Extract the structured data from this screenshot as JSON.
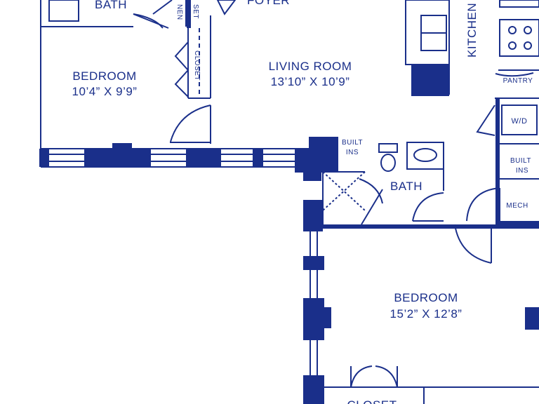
{
  "rooms": {
    "bath_top": "BATH",
    "linen": "NEN",
    "closet_top_a": "SET",
    "foyer": "FOYER",
    "kitchen": "KITCHEN",
    "bedroom1": {
      "name": "BEDROOM",
      "dims": "10’4” X 9’9”"
    },
    "closet_mid": "CLOSET",
    "living": {
      "name": "LIVING ROOM",
      "dims": "13’10” X 10’9”"
    },
    "pantry": "PANTRY",
    "wd": "W/D",
    "built_ins_1": [
      "BUILT",
      "INS"
    ],
    "built_ins_2": [
      "BUILT",
      "INS"
    ],
    "bath_mid": "BATH",
    "mech": "MECH",
    "bedroom2": {
      "name": "BEDROOM",
      "dims": "15’2” X 12’8”"
    },
    "closet_bottom": "CLOSET"
  },
  "colors": {
    "wall": "#1a2f8a",
    "window": "#ffffff",
    "background": "#ffffff"
  }
}
